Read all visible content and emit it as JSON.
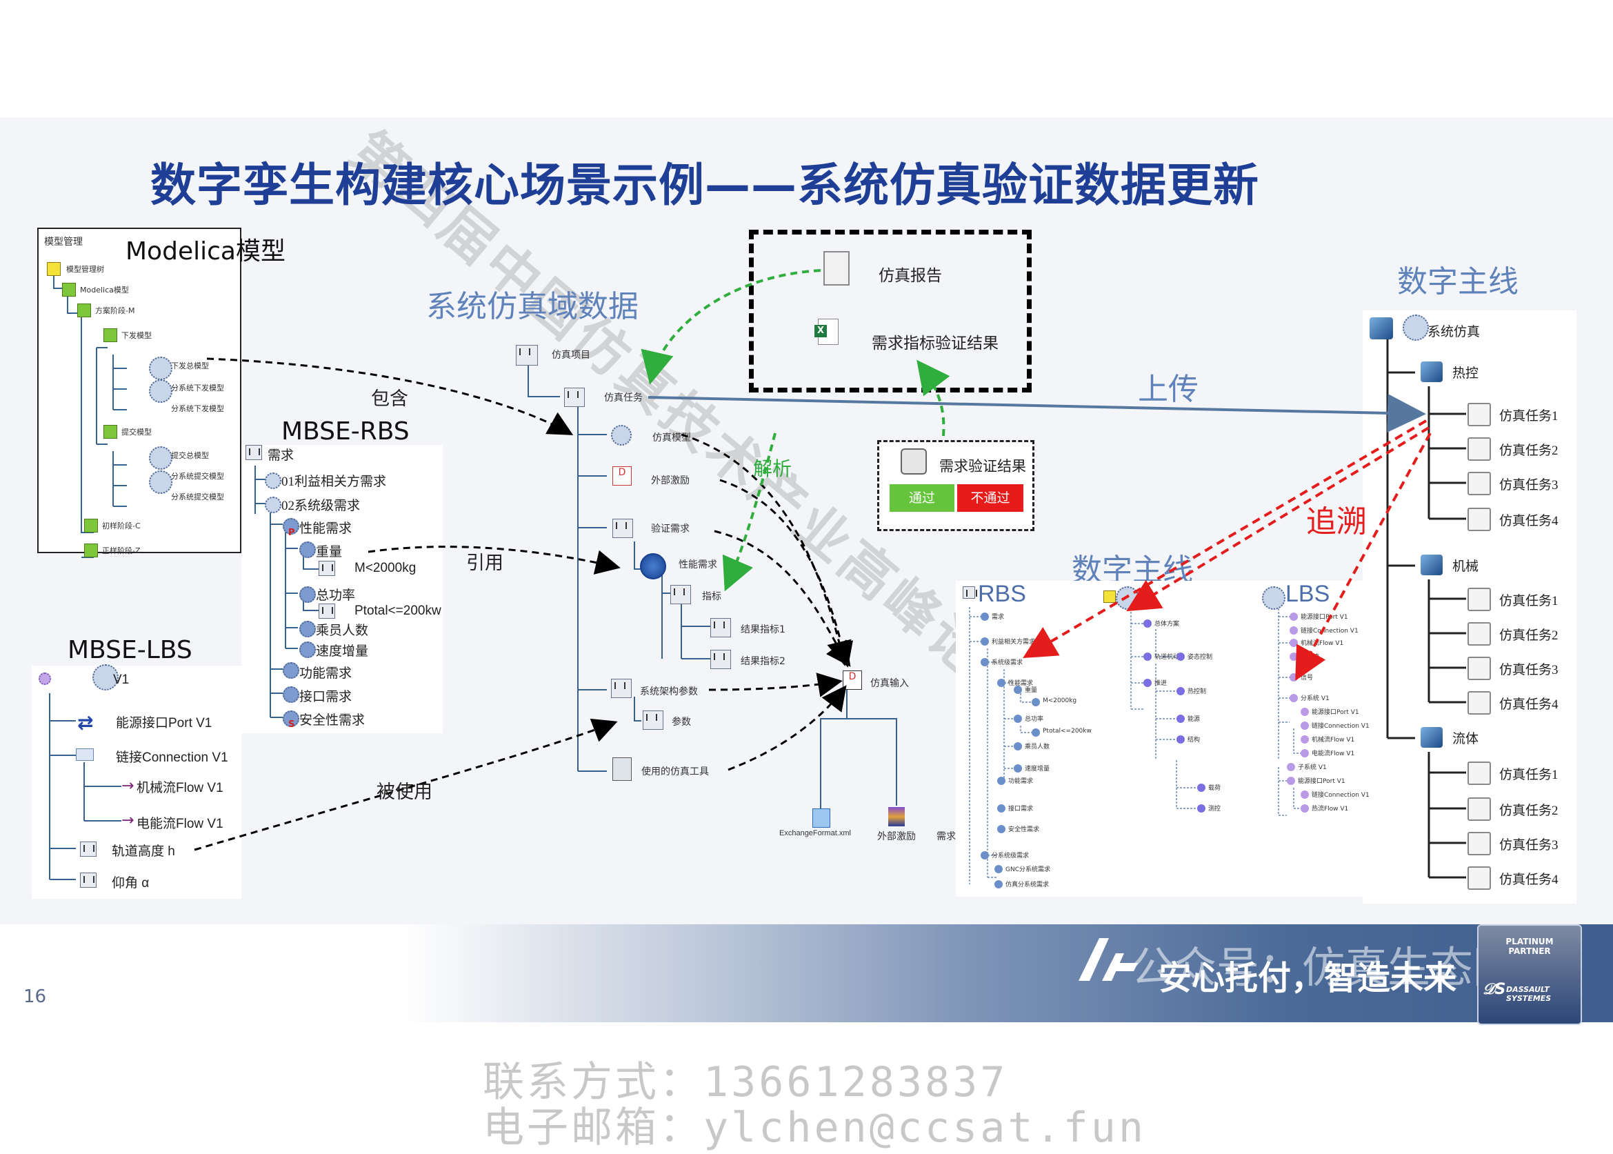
{
  "slide": {
    "title": "数字孪生构建核心场景示例——系统仿真验证数据更新",
    "page_number": "16",
    "footer_tagline": "安心托付，智造未来",
    "badge_text_top": "PLATINUM PARTNER",
    "badge_text_bottom": "DASSAULT SYSTEMES",
    "contact_phone": "联系方式：13661283837",
    "contact_email": "电子邮箱：ylchen@ccsat.fun",
    "watermark": "第四届中国仿真技术产业高峰论坛",
    "watermark2": "公众号：仿真生态圈"
  },
  "modelica": {
    "heading": "Modelica模型",
    "panel_title": "模型管理",
    "items": [
      "模型管理树",
      "Modelica模型",
      "方案阶段-M",
      "下发模型",
      "下发总模型",
      "分系统下发模型",
      "分系统下发模型",
      "提交模型",
      "提交总模型",
      "分系统提交模型",
      "分系统提交模型",
      "初样阶段-C",
      "正样阶段-Z"
    ]
  },
  "rbs": {
    "heading": "MBSE-RBS",
    "items": [
      "需求",
      "01利益相关方需求",
      "02系统级需求",
      "性能需求",
      "重量",
      "M<2000kg",
      "总功率",
      "Ptotal<=200kw",
      "乘员人数",
      "速度增量",
      "功能需求",
      "接口需求",
      "安全性需求"
    ]
  },
  "lbs": {
    "heading": "MBSE-LBS",
    "items": [
      "V1",
      "能源接口Port V1",
      "链接Connection V1",
      "机械流Flow V1",
      "电能流Flow  V1",
      "轨道高度 h",
      "仰角  α"
    ]
  },
  "simdomain": {
    "heading": "系统仿真域数据",
    "items": [
      "仿真项目",
      "仿真任务",
      "仿真模型",
      "外部激励",
      "验证需求",
      "性能需求",
      "指标",
      "结果指标1",
      "结果指标2",
      "系统架构参数",
      "参数",
      "使用的仿真工具",
      "仿真输入",
      "ExchangeFormat.xml",
      "外部激励",
      "需求"
    ]
  },
  "arrows": {
    "contains": "包含",
    "references": "引用",
    "used_by": "被使用",
    "parse": "解析",
    "upload": "上传",
    "trace": "追溯"
  },
  "report_box": {
    "report": "仿真报告",
    "result": "需求指标验证结果"
  },
  "verify_box": {
    "title": "需求验证结果",
    "pass": "通过",
    "fail": "不通过"
  },
  "digital_thread_right": {
    "heading": "数字主线",
    "root": "系统仿真",
    "groups": [
      {
        "name": "热控",
        "tasks": [
          "仿真任务1",
          "仿真任务2",
          "仿真任务3",
          "仿真任务4"
        ]
      },
      {
        "name": "机械",
        "tasks": [
          "仿真任务1",
          "仿真任务2",
          "仿真任务3",
          "仿真任务4"
        ]
      },
      {
        "name": "流体",
        "tasks": [
          "仿真任务1",
          "仿真任务2",
          "仿真任务3",
          "仿真任务4"
        ]
      }
    ]
  },
  "digital_thread_mid": {
    "heading": "数字主线",
    "rbs_label": "RBS",
    "lbs_label": "LBS",
    "rbs_items": [
      "需求",
      "利益相关方需求",
      "系统级需求",
      "性能需求",
      "重量",
      "M<2000kg",
      "总功率",
      "Ptotal<=200kw",
      "乘员人数",
      "速度增量",
      "功能需求",
      "接口需求",
      "安全性需求",
      "分系统级需求",
      "GNC分系统需求",
      "仿真分系统需求"
    ],
    "mid_items": [
      "总体方案",
      "轨道机动",
      "姿态控制",
      "热控制",
      "推进",
      "能源",
      "结构",
      "载荷",
      "测控"
    ],
    "lbs_items": [
      "能源接口Port V1",
      "链接Connection V1",
      "机械流Flow V1",
      "电能流",
      "信号",
      "分系统 V1",
      "能源接口Port V1",
      "链接Connection V1",
      "机械流Flow V1",
      "电能流Flow V1",
      "子系统 V1",
      "能源接口Port V1",
      "链接Connection V1",
      "热流Flow V1"
    ]
  },
  "colors": {
    "title": "#1f3e96",
    "heading_blue": "#5e82b9",
    "trace_red": "#e51c1c",
    "parse_green": "#2fae3d",
    "pass_green": "#65c43b",
    "fail_red": "#e81b1b"
  }
}
